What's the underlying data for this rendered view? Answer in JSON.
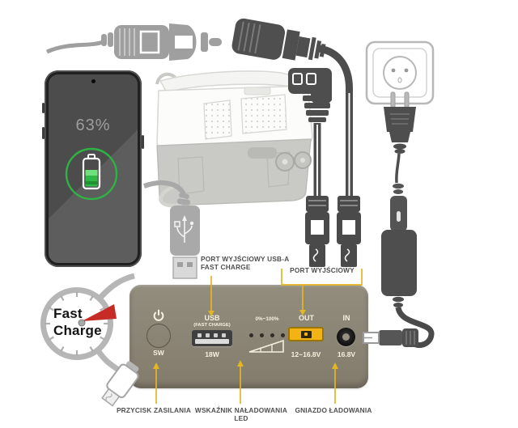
{
  "phone": {
    "battery_percent": "63%"
  },
  "gauge": {
    "line1": "Fast",
    "line2": "Charge"
  },
  "powerbank": {
    "sw_label": "SW",
    "usb_title": "USB",
    "usb_subtitle": "(FAST CHARGE)",
    "usb_watt": "18W",
    "led_range": "0%~100%",
    "out_title": "OUT",
    "out_voltage": "12~16.8V",
    "in_title": "IN",
    "in_voltage": "16.8V"
  },
  "callouts": {
    "usb_port_line1": "PORT WYJŚCIOWY USB-A",
    "usb_port_line2": "FAST CHARGE",
    "dc_ports": "PORT WYJŚCIOWY",
    "power_button": "PRZYCISK ZASILANIA",
    "led_line1": "WSKAŹNIK NAŁADOWANIA",
    "led_line2": "LED",
    "charging_socket": "GNIAZDO ŁADOWANIA"
  },
  "icons": {
    "power_button": "power-icon",
    "usb_logo": "usb-trident-icon",
    "led_ramp": "charge-ramp-icon",
    "gauge_needle": "speedometer-needle-icon"
  },
  "colors": {
    "accent_yellow": "#e3b622",
    "powerbank_body": "#8d8677",
    "panel_text": "#f6f0de",
    "out_port": "#f3b315",
    "battery_green": "#2fb843",
    "needle_red": "#c62b26",
    "illustration_gray": "#9f9f9f",
    "connector_dark": "#4e4e4e"
  }
}
